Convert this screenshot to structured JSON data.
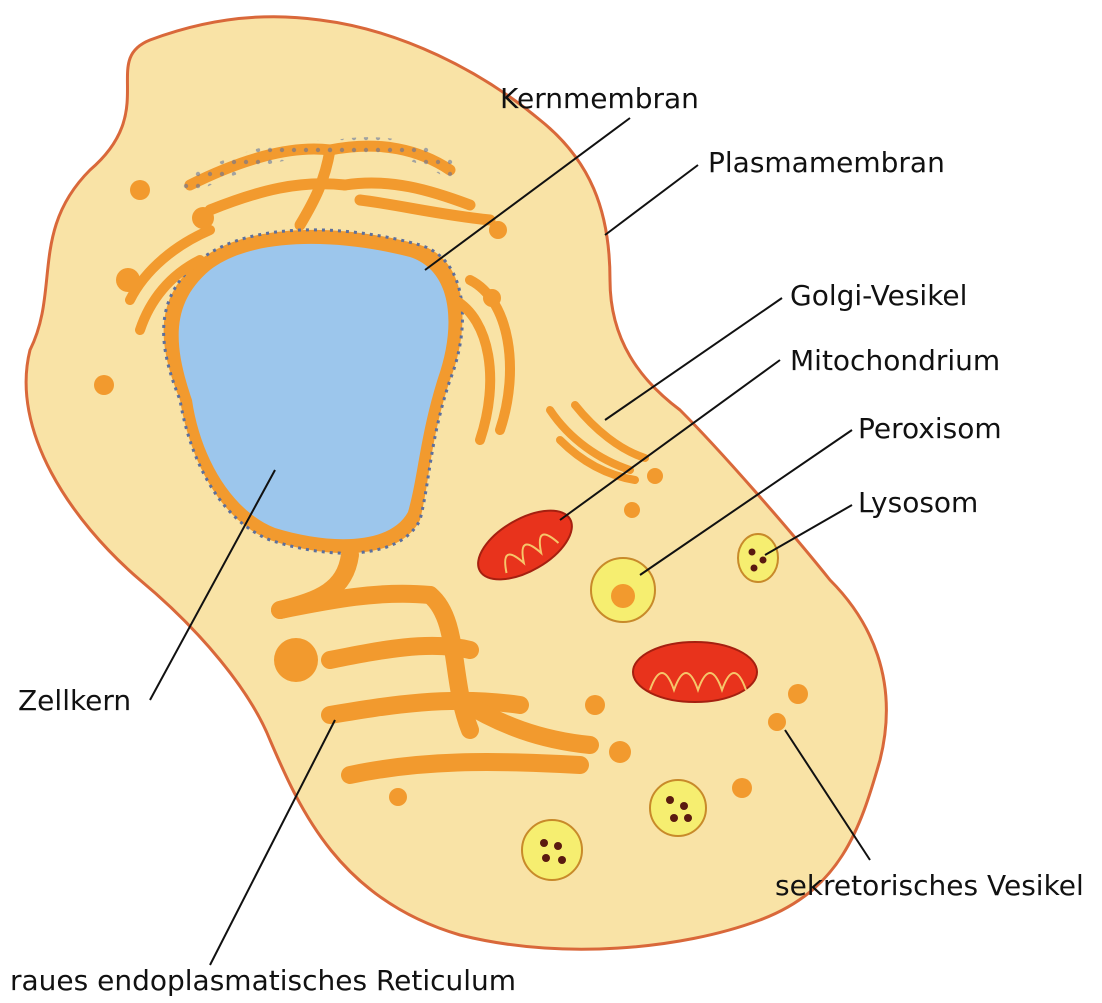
{
  "labels": {
    "kernmembran": "Kernmembran",
    "plasmamembran": "Plasmamembran",
    "golgi": "Golgi-Vesikel",
    "mitochondrium": "Mitochondrium",
    "peroxisom": "Peroxisom",
    "lysosom": "Lysosom",
    "zellkern": "Zellkern",
    "sekretorisch": "sekretorisches Vesikel",
    "er": "raues endoplasmatisches Reticulum"
  },
  "colors": {
    "cytoplasm": "#F9E3A6",
    "membrane": "#D9683A",
    "nucleus": "#9CC6EC",
    "er": "#F29A2E",
    "ribosome": "#5B6F9E",
    "mitochondrion": "#E8331C",
    "vesicle_yellow": "#F6EE70",
    "granule": "#5A1A10"
  }
}
